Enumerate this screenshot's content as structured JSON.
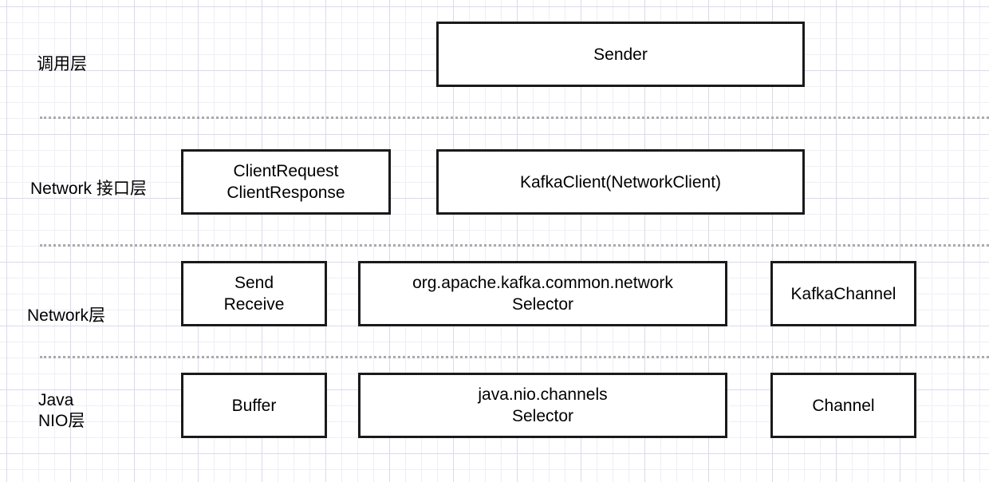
{
  "layers": {
    "invocation": {
      "label": "调用层"
    },
    "network_interface": {
      "label": "Network 接口层"
    },
    "network": {
      "label": "Network层"
    },
    "java_nio": {
      "label_line1": "Java",
      "label_line2": "NIO层"
    }
  },
  "boxes": {
    "sender": {
      "line1": "Sender"
    },
    "client_request_response": {
      "line1": "ClientRequest",
      "line2": "ClientResponse"
    },
    "kafka_client": {
      "line1": "KafkaClient(NetworkClient)"
    },
    "send_receive": {
      "line1": "Send",
      "line2": "Receive"
    },
    "kafka_selector": {
      "line1": "org.apache.kafka.common.network",
      "line2": "Selector"
    },
    "kafka_channel": {
      "line1": "KafkaChannel"
    },
    "buffer": {
      "line1": "Buffer"
    },
    "nio_selector": {
      "line1": "java.nio.channels",
      "line2": "Selector"
    },
    "channel": {
      "line1": "Channel"
    }
  }
}
